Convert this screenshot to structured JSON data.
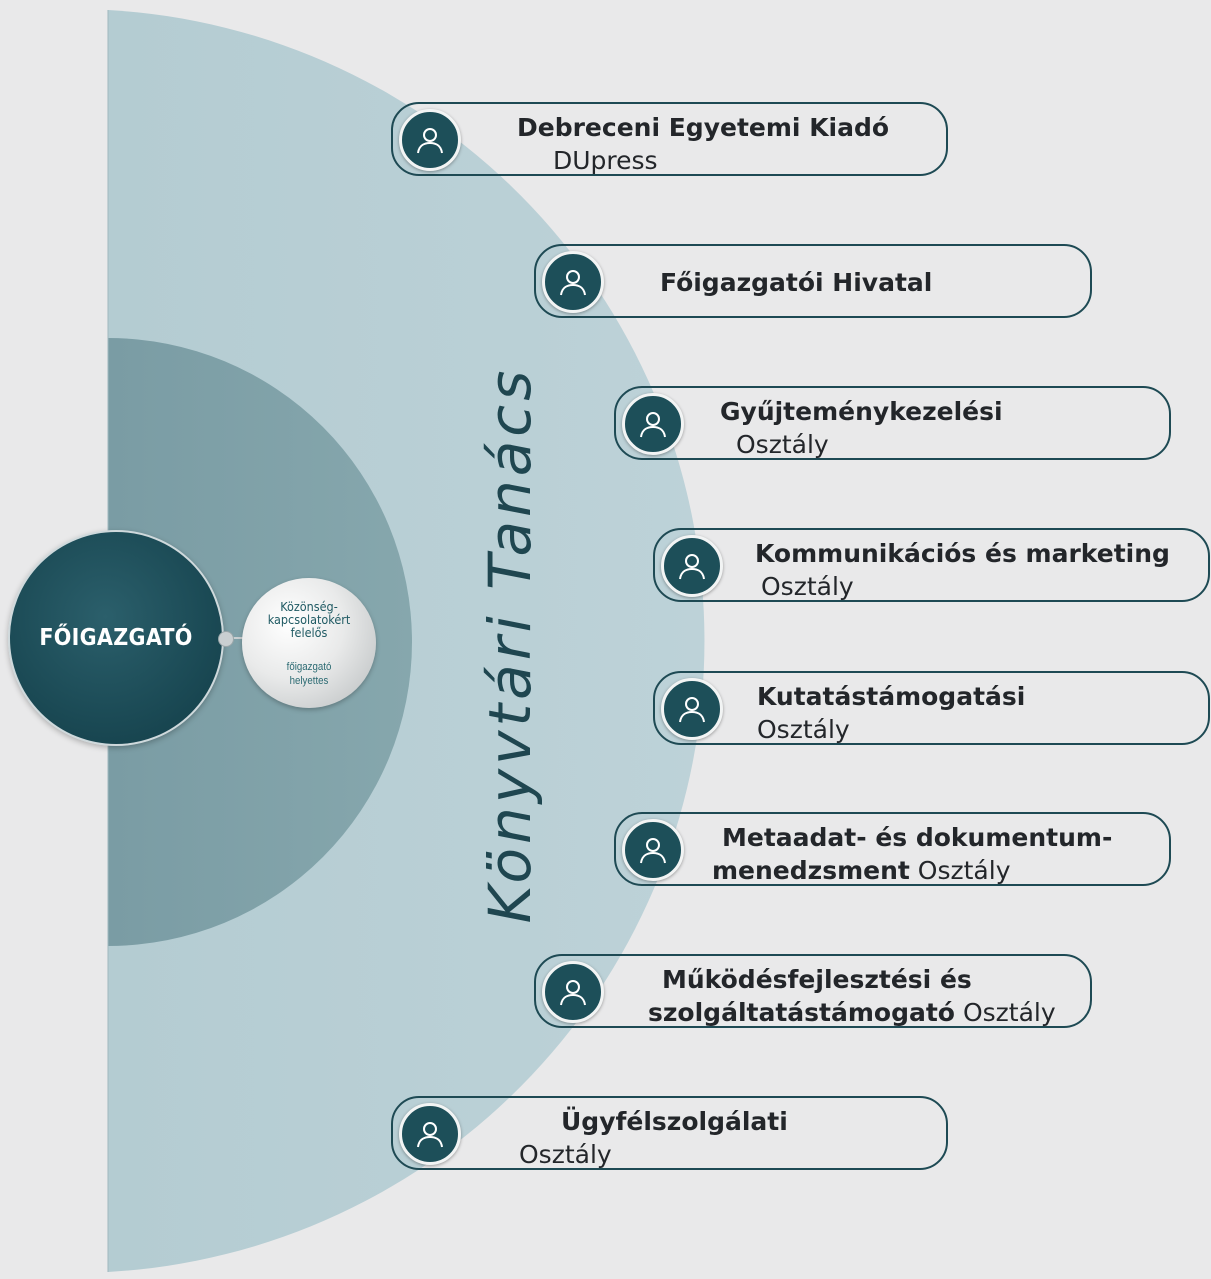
{
  "director": {
    "label": "FŐIGAZGATÓ"
  },
  "deputy": {
    "role_line1": "Közönség-",
    "role_line2": "kapcsolatokért",
    "role_line3": "felelős",
    "title_line1": "főigazgató",
    "title_line2": "helyettes"
  },
  "council": {
    "label": "Könyvtári Tanács"
  },
  "units": [
    {
      "name": "Debreceni Egyetemi Kiadó",
      "sub": "DUpress"
    },
    {
      "name": "Főigazgatói Hivatal"
    },
    {
      "name": "Gyűjteménykezelési",
      "sub": "Osztály"
    },
    {
      "name": "Kommunikációs és marketing",
      "sub": "Osztály"
    },
    {
      "name": "Kutatástámogatási",
      "sub": "Osztály"
    },
    {
      "name_line1": "Metaadat- és dokumentum-",
      "name_line2": "menedzsment",
      "sub_inline": "Osztály"
    },
    {
      "name_line1": "Működésfejlesztési és",
      "name_line2": "szolgáltatástámogató",
      "sub_inline": "Osztály"
    },
    {
      "name": "Ügyfélszolgálati",
      "sub": "Osztály"
    }
  ],
  "icons": {
    "unit_avatar": "person-icon"
  },
  "colors": {
    "background": "#e9e9ea",
    "outer_ring": "#b8ced4",
    "inner_ring": "#7d9ea5",
    "director": "#1b4a55",
    "accent": "#1d4f59"
  }
}
